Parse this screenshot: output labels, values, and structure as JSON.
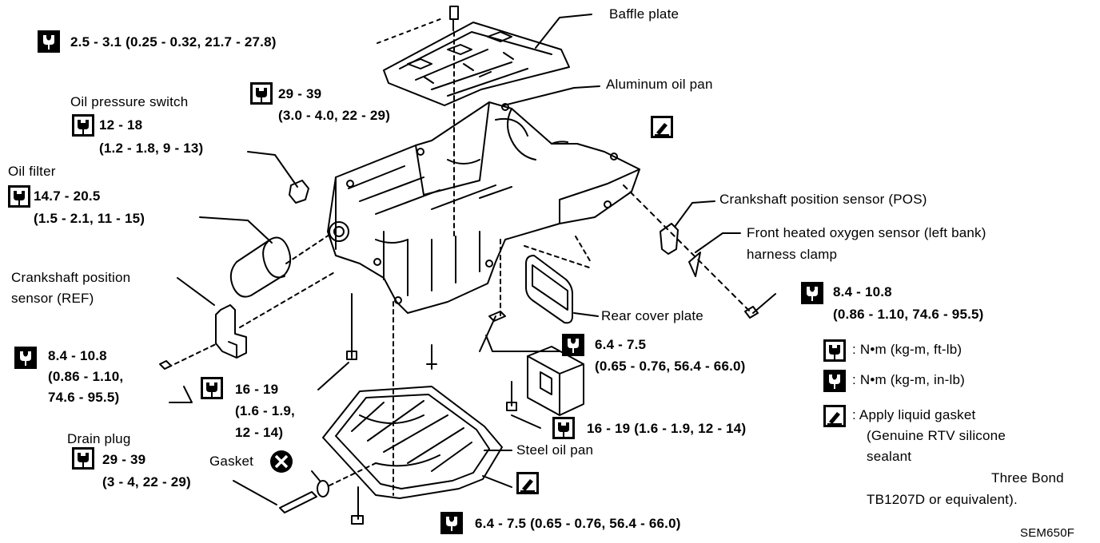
{
  "labels": {
    "baffle_plate": "Baffle plate",
    "aluminum_oil_pan": "Aluminum oil pan",
    "oil_pressure_switch": "Oil pressure switch",
    "oil_filter": "Oil filter",
    "crank_ref_1": "Crankshaft position",
    "crank_ref_2": "sensor (REF)",
    "crank_pos": "Crankshaft position sensor (POS)",
    "front_o2_1": "Front heated oxygen sensor (left bank)",
    "front_o2_2": "harness clamp",
    "rear_cover_plate": "Rear cover plate",
    "steel_oil_pan": "Steel oil pan",
    "drain_plug": "Drain plug",
    "gasket": "Gasket"
  },
  "torques": {
    "baffle": "2.5 - 3.1 (0.25 - 0.32, 21.7 - 27.8)",
    "al_pan_1": "29 - 39",
    "al_pan_2": "(3.0 - 4.0, 22 - 29)",
    "oil_switch_1": "12 - 18",
    "oil_switch_2": "(1.2 - 1.8, 9 - 13)",
    "oil_filter_1": "14.7 - 20.5",
    "oil_filter_2": "(1.5 - 2.1, 11 - 15)",
    "ref_1": "8.4 - 10.8",
    "ref_2": "(0.86 - 1.10,",
    "ref_3": "74.6 - 95.5)",
    "bolt_mid_1": "16 - 19",
    "bolt_mid_2": "(1.6 - 1.9,",
    "bolt_mid_3": "12 - 14)",
    "drain_1": "29 - 39",
    "drain_2": "(3 - 4, 22 - 29)",
    "pos_1": "8.4 - 10.8",
    "pos_2": "(0.86 - 1.10, 74.6 - 95.5)",
    "rear_cover_1": "6.4 - 7.5",
    "rear_cover_2": "(0.65 - 0.76, 56.4 - 66.0)",
    "rear_bolt": "16 - 19 (1.6 - 1.9, 12 - 14)",
    "steel_pan": "6.4 - 7.5 (0.65 - 0.76, 56.4 - 66.0)"
  },
  "legend": {
    "nm_ftlb": ": N•m (kg-m, ft-lb)",
    "nm_inlb": ": N•m (kg-m, in-lb)",
    "gasket_1": ": Apply liquid gasket",
    "gasket_2": "(Genuine RTV silicone",
    "gasket_3": "sealant",
    "gasket_4": "Three Bond",
    "gasket_5": "TB1207D or equivalent)."
  },
  "code": "SEM650F",
  "icons": [
    "torque-ftlb-icon",
    "torque-inlb-icon",
    "liquid-gasket-icon",
    "do-not-reuse-icon"
  ]
}
